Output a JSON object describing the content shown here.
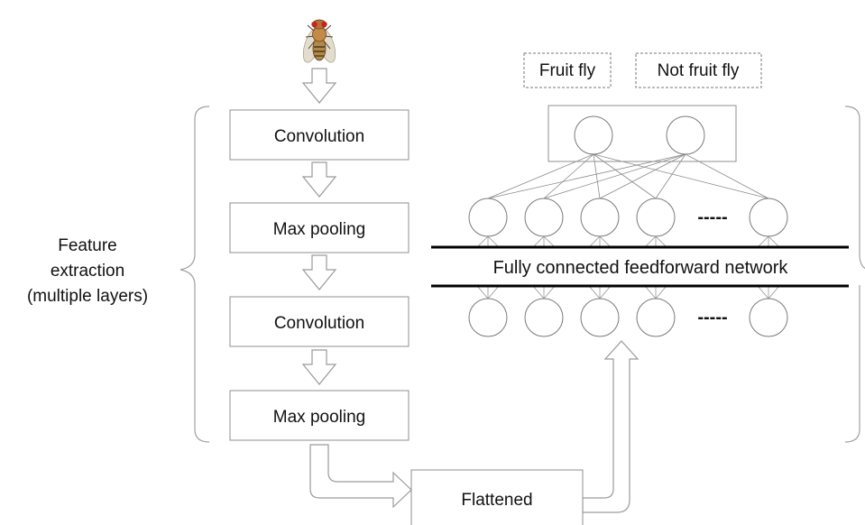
{
  "input_image": {
    "icon": "fruit-fly-icon"
  },
  "pipeline": {
    "steps": [
      {
        "label": "Convolution"
      },
      {
        "label": "Max pooling"
      },
      {
        "label": "Convolution"
      },
      {
        "label": "Max pooling"
      }
    ],
    "flattened": "Flattened"
  },
  "feature_extraction": {
    "lines": [
      "Feature",
      "extraction",
      "(multiple layers)"
    ]
  },
  "network": {
    "outputs": [
      "Fruit fly",
      "Not fruit fly"
    ],
    "label": "Fully connected feedforward network",
    "ellipsis": "-----"
  }
}
